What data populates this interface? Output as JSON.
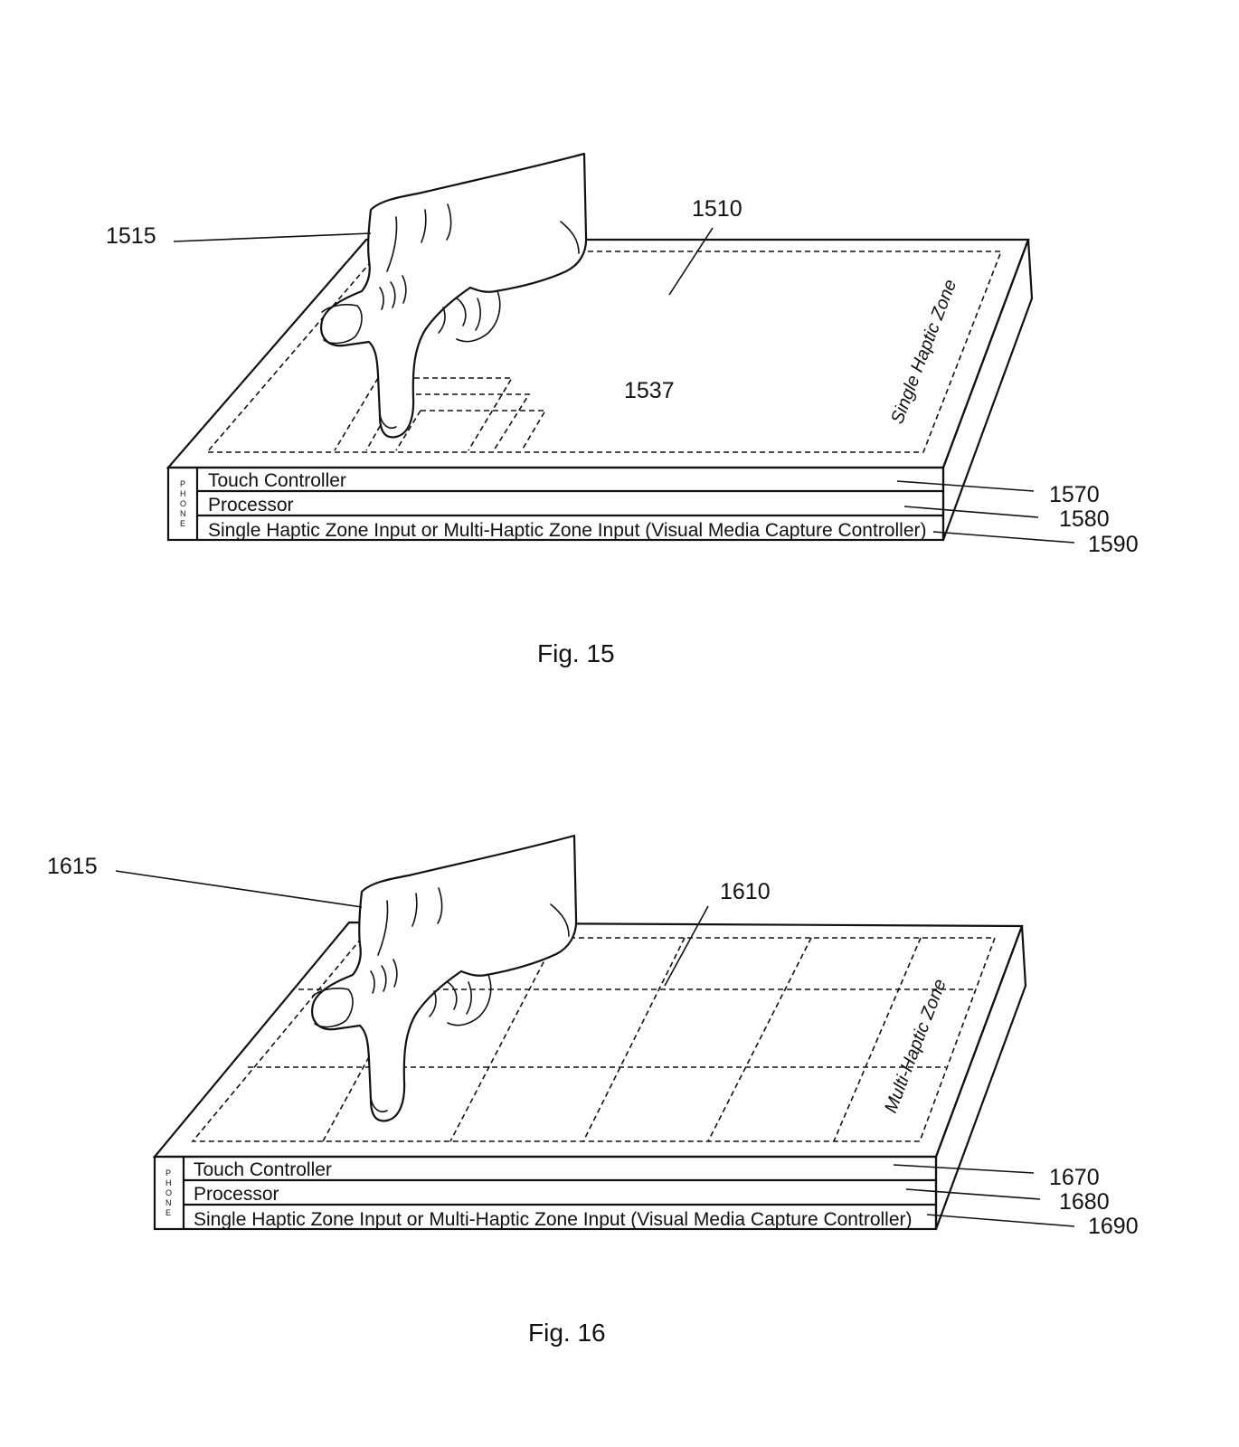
{
  "fig15": {
    "caption": "Fig. 15",
    "ref_hand": "1515",
    "ref_screen": "1510",
    "ref_region": "1537",
    "zone_label": "Single Haptic Zone",
    "phone_letters": [
      "P",
      "H",
      "O",
      "N",
      "E"
    ],
    "layers": [
      "Touch Controller",
      "Processor",
      "Single Haptic Zone Input or Multi-Haptic Zone Input (Visual Media Capture Controller)"
    ],
    "layer_refs": [
      "1570",
      "1580",
      "1590"
    ]
  },
  "fig16": {
    "caption": "Fig. 16",
    "ref_hand": "1615",
    "ref_screen": "1610",
    "zone_label": "Multi-Haptic Zone",
    "phone_letters": [
      "P",
      "H",
      "O",
      "N",
      "E"
    ],
    "layers": [
      "Touch Controller",
      "Processor",
      "Single Haptic Zone Input or Multi-Haptic Zone Input (Visual Media Capture Controller)"
    ],
    "layer_refs": [
      "1670",
      "1680",
      "1690"
    ]
  }
}
